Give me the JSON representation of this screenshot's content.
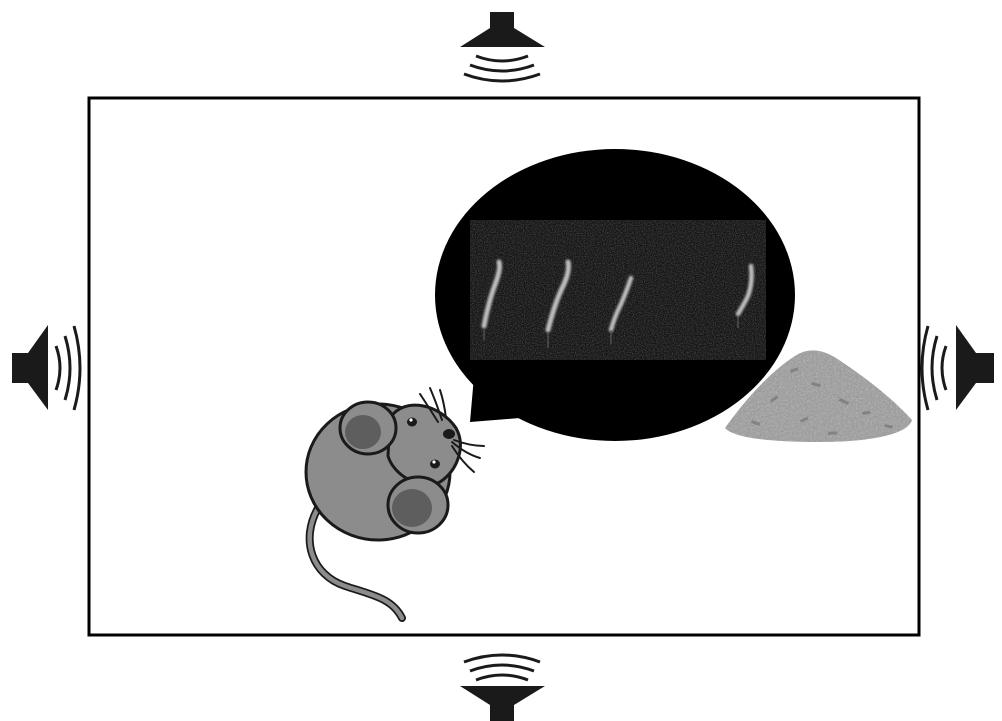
{
  "arena": {
    "frame_color": "#000000",
    "background_color": "#ffffff"
  },
  "speakers": {
    "icon": "speaker-icon",
    "count": 4,
    "placement": [
      "top",
      "bottom",
      "left",
      "right"
    ],
    "color": "#1a1a1a"
  },
  "mouse": {
    "icon": "mouse-icon",
    "body_color": "#8c8c8c",
    "ear_inner_color": "#5e5e5e",
    "outline_color": "#1a1a1a"
  },
  "speech_bubble": {
    "icon": "speech-bubble-icon",
    "fill": "#000000",
    "content": "spectrogram",
    "call_count": 4
  },
  "bedding": {
    "icon": "bedding-pile-icon",
    "color": "#9a9a9a"
  }
}
